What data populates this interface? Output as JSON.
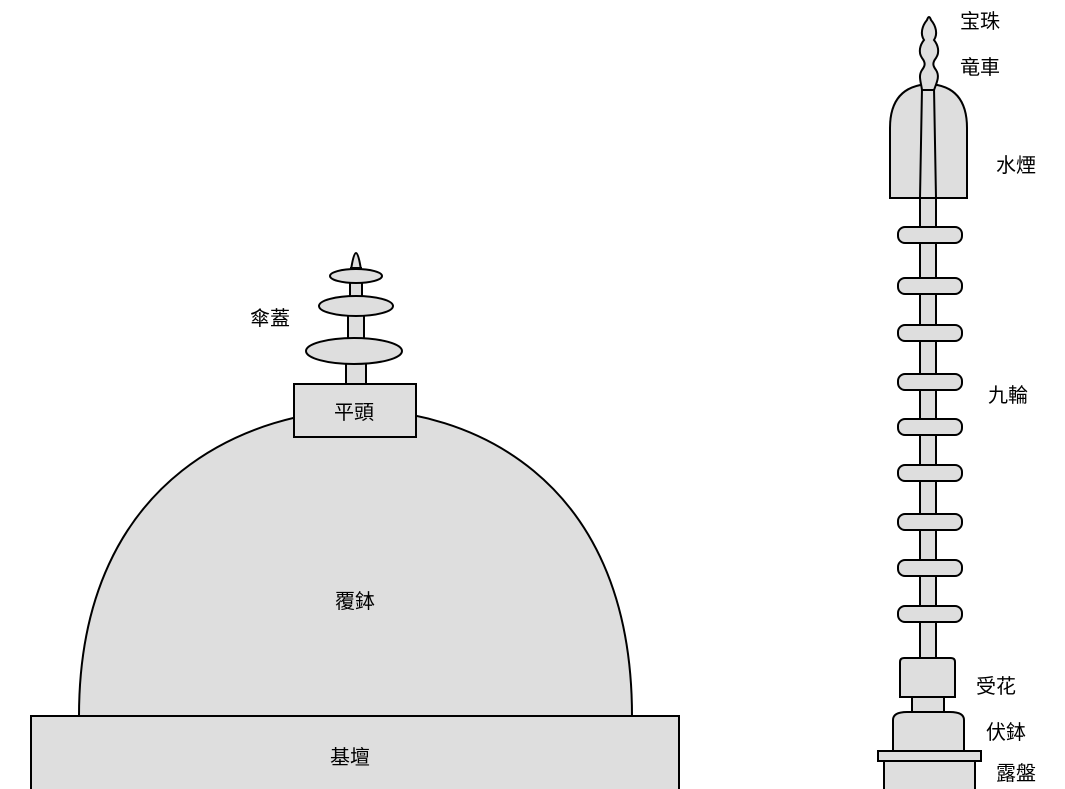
{
  "stupa": {
    "umbrella_label": "傘蓋",
    "harmika_label": "平頭",
    "dome_label": "覆鉢",
    "base_label": "基壇"
  },
  "sorin": {
    "jewel_label": "宝珠",
    "dragon_wheel_label": "竜車",
    "water_flame_label": "水煙",
    "nine_rings_label": "九輪",
    "lotus_label": "受花",
    "inverted_bowl_label": "伏鉢",
    "dew_plate_label": "露盤"
  }
}
